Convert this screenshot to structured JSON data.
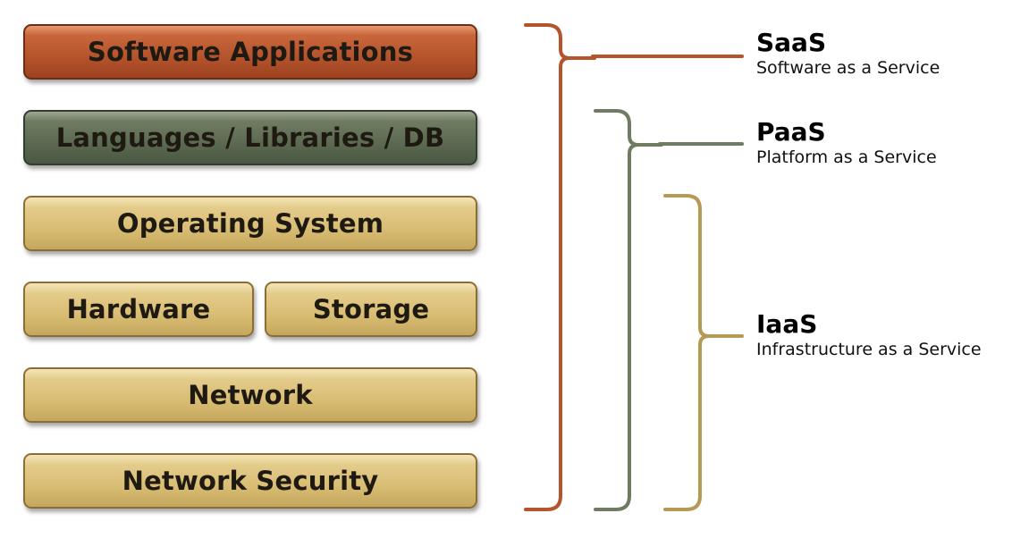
{
  "layers": {
    "software_applications": "Software Applications",
    "languages_libraries_db": "Languages / Libraries / DB",
    "operating_system": "Operating System",
    "hardware": "Hardware",
    "storage": "Storage",
    "network": "Network",
    "network_security": "Network Security"
  },
  "services": {
    "saas": {
      "title": "SaaS",
      "subtitle": "Software as a Service"
    },
    "paas": {
      "title": "PaaS",
      "subtitle": "Platform as a Service"
    },
    "iaas": {
      "title": "IaaS",
      "subtitle": "Infrastructure as a Service"
    }
  },
  "colors": {
    "saas": "#b4542c",
    "paas": "#6f7c62",
    "iaas": "#b59a55"
  }
}
